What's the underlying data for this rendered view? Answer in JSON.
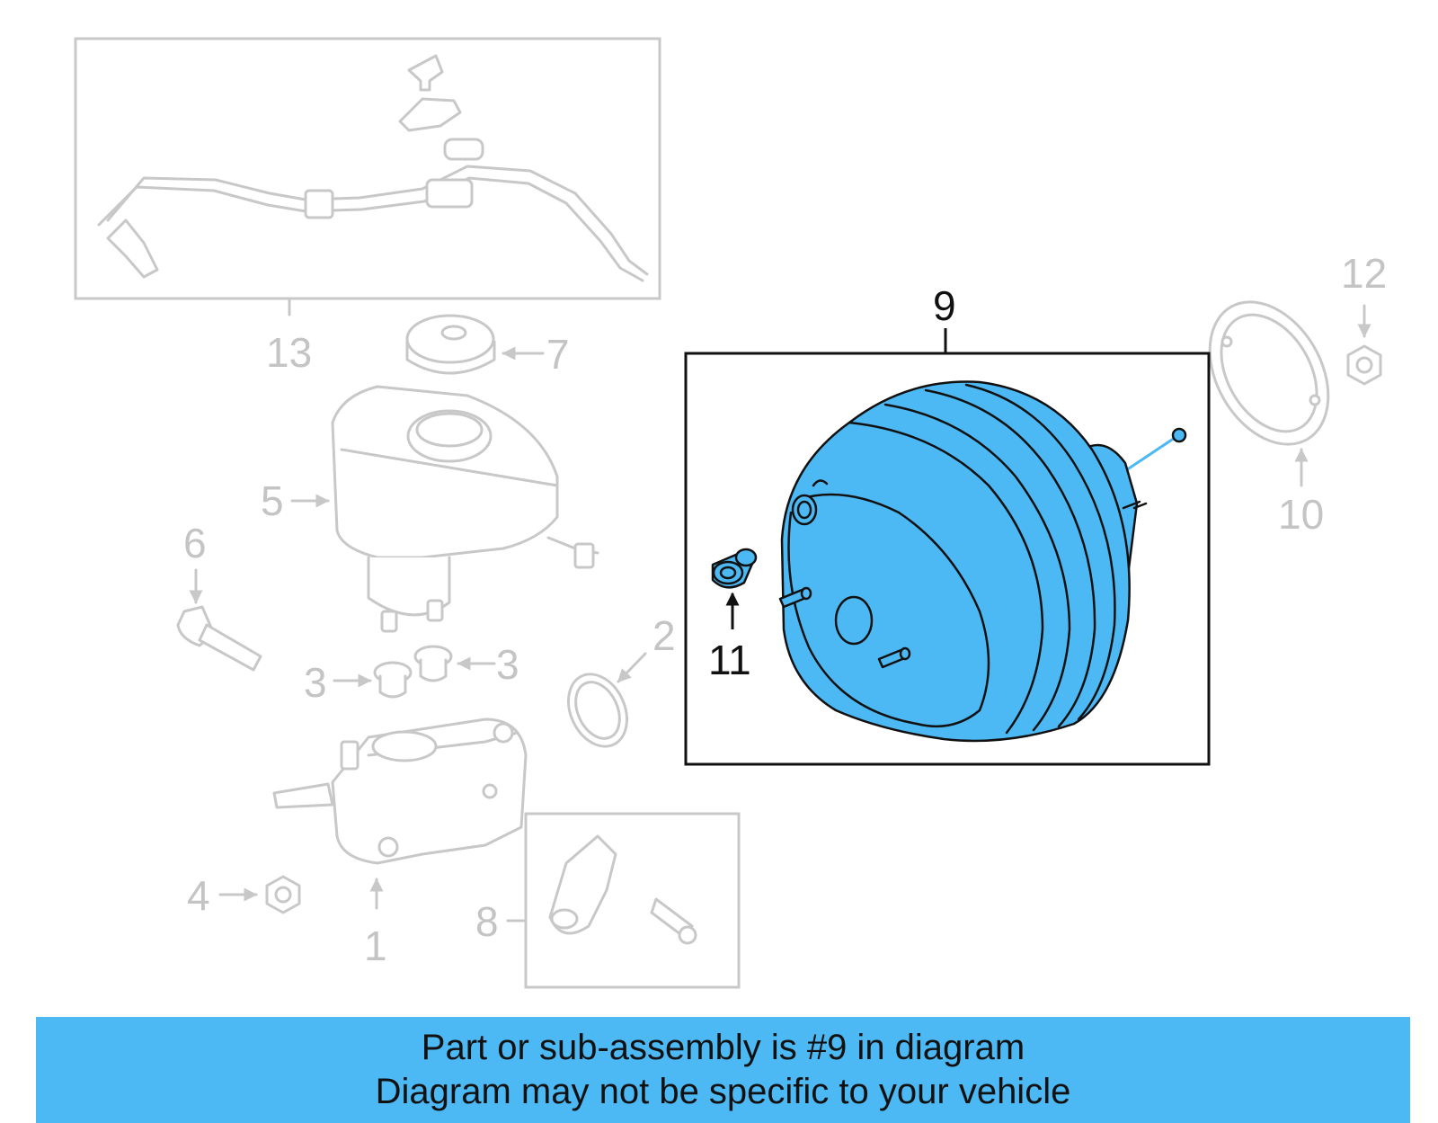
{
  "colors": {
    "highlight": "#4cb9f5",
    "ghost": "#c8c8c8",
    "ghost_text": "#c4c4c4",
    "outline": "#111111",
    "banner": "#4cb9f5"
  },
  "callouts": {
    "c1": "1",
    "c2": "2",
    "c3a": "3",
    "c3b": "3",
    "c4": "4",
    "c5": "5",
    "c6": "6",
    "c7": "7",
    "c8": "8",
    "c9": "9",
    "c10": "10",
    "c11": "11",
    "c12": "12",
    "c13": "13"
  },
  "banner": {
    "line1": "Part or sub-assembly is #9 in diagram",
    "line2": "Diagram may not be specific to your vehicle"
  }
}
